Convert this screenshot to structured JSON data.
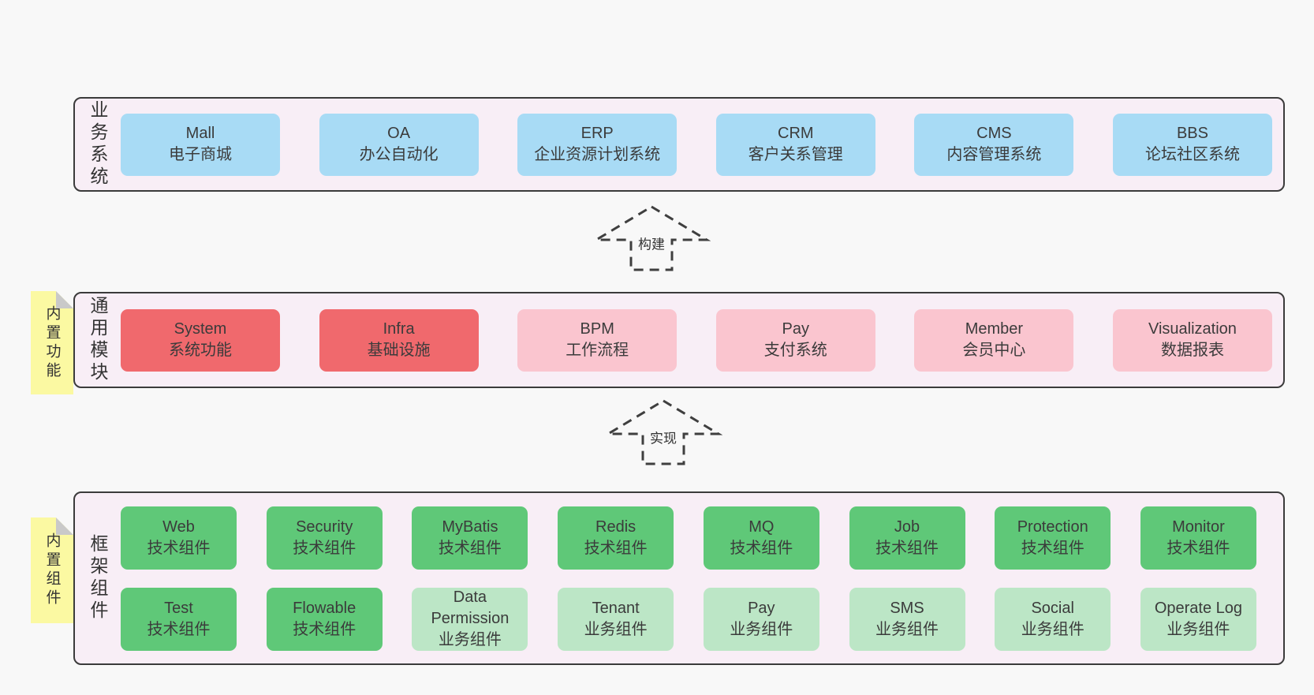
{
  "colors": {
    "page_bg": "#f8f8f8",
    "container_bg": "#f8eef6",
    "container_border": "#3b3b3b",
    "box_blue": "#a8dbf5",
    "box_red": "#f0696d",
    "box_pink": "#fac5cf",
    "box_green": "#5fc878",
    "box_green_light": "#bce6c6",
    "note_yellow": "#fbf9a2",
    "note_fold_gray": "#c9c9c9",
    "text": "#3b3b3b"
  },
  "layers": [
    {
      "title": "业务系统",
      "note": null,
      "boxes": [
        {
          "name": "Mall",
          "desc": "电子商城",
          "variant": "blue"
        },
        {
          "name": "OA",
          "desc": "办公自动化",
          "variant": "blue"
        },
        {
          "name": "ERP",
          "desc": "企业资源计划系统",
          "variant": "blue"
        },
        {
          "name": "CRM",
          "desc": "客户关系管理",
          "variant": "blue"
        },
        {
          "name": "CMS",
          "desc": "内容管理系统",
          "variant": "blue"
        },
        {
          "name": "BBS",
          "desc": "论坛社区系统",
          "variant": "blue"
        }
      ]
    },
    {
      "title": "通用模块",
      "note": "内置功能",
      "boxes": [
        {
          "name": "System",
          "desc": "系统功能",
          "variant": "red"
        },
        {
          "name": "Infra",
          "desc": "基础设施",
          "variant": "red"
        },
        {
          "name": "BPM",
          "desc": "工作流程",
          "variant": "pink"
        },
        {
          "name": "Pay",
          "desc": "支付系统",
          "variant": "pink"
        },
        {
          "name": "Member",
          "desc": "会员中心",
          "variant": "pink"
        },
        {
          "name": "Visualization",
          "desc": "数据报表",
          "variant": "pink"
        }
      ]
    },
    {
      "title": "框架组件",
      "note": "内置组件",
      "rows": [
        [
          {
            "name": "Web",
            "desc": "技术组件",
            "variant": "green"
          },
          {
            "name": "Security",
            "desc": "技术组件",
            "variant": "green"
          },
          {
            "name": "MyBatis",
            "desc": "技术组件",
            "variant": "green"
          },
          {
            "name": "Redis",
            "desc": "技术组件",
            "variant": "green"
          },
          {
            "name": "MQ",
            "desc": "技术组件",
            "variant": "green"
          },
          {
            "name": "Job",
            "desc": "技术组件",
            "variant": "green"
          },
          {
            "name": "Protection",
            "desc": "技术组件",
            "variant": "green"
          },
          {
            "name": "Monitor",
            "desc": "技术组件",
            "variant": "green"
          }
        ],
        [
          {
            "name": "Test",
            "desc": "技术组件",
            "variant": "green"
          },
          {
            "name": "Flowable",
            "desc": "技术组件",
            "variant": "green"
          },
          {
            "name": "Data Permission",
            "desc": "业务组件",
            "variant": "green-light"
          },
          {
            "name": "Tenant",
            "desc": "业务组件",
            "variant": "green-light"
          },
          {
            "name": "Pay",
            "desc": "业务组件",
            "variant": "green-light"
          },
          {
            "name": "SMS",
            "desc": "业务组件",
            "variant": "green-light"
          },
          {
            "name": "Social",
            "desc": "业务组件",
            "variant": "green-light"
          },
          {
            "name": "Operate Log",
            "desc": "业务组件",
            "variant": "green-light"
          }
        ]
      ]
    }
  ],
  "arrows": [
    {
      "label": "构建"
    },
    {
      "label": "实现"
    }
  ]
}
